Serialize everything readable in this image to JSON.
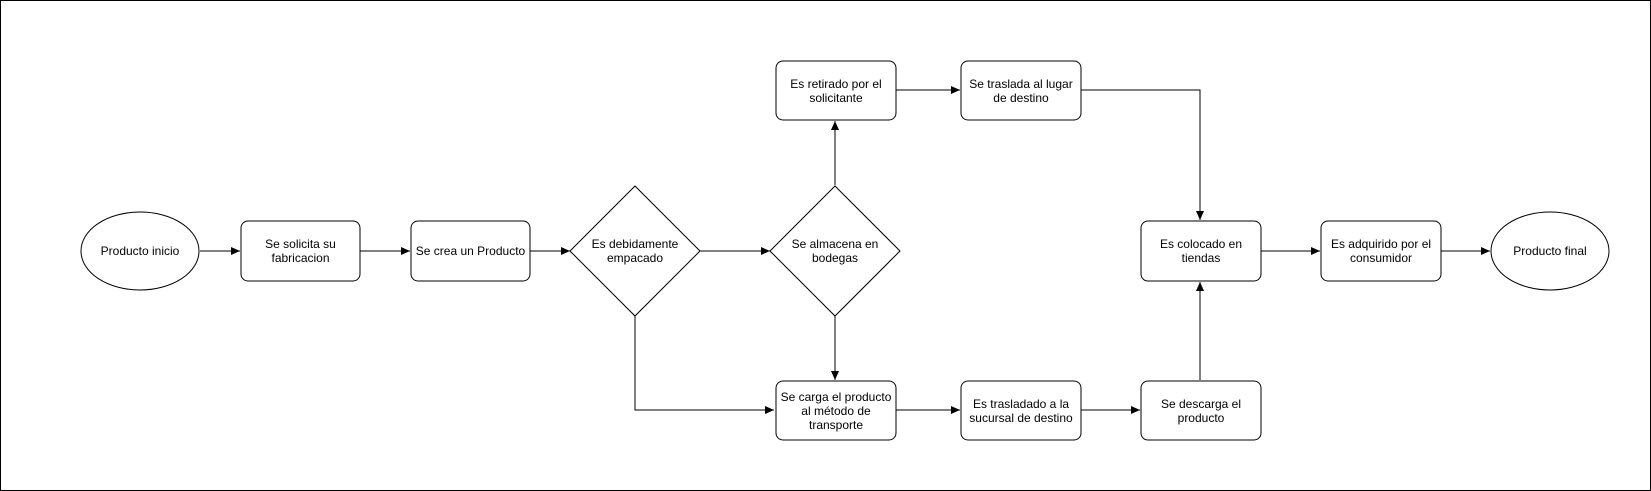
{
  "colors": {
    "stroke": "#000000",
    "fill": "#ffffff",
    "background": "#ffffff"
  },
  "diagram": {
    "nodes": {
      "producto_inicio": "Producto inicio",
      "se_solicita": "Se solicita su fabricacion",
      "se_crea": "Se crea un Producto",
      "es_debidamente": "Es debidamente empacado",
      "se_almacena": "Se almacena en bodegas",
      "es_retirado": "Es retirado por el solicitante",
      "se_traslada": "Se traslada al lugar de destino",
      "se_carga": "Se carga el producto al método de transporte",
      "es_trasladado": "Es trasladado a la sucursal de destino",
      "se_descarga": "Se descarga el producto",
      "es_colocado": "Es colocado en tiendas",
      "es_adquirido": "Es adquirido por el consumidor",
      "producto_final": "Producto final"
    },
    "edges": [
      [
        "producto_inicio",
        "se_solicita"
      ],
      [
        "se_solicita",
        "se_crea"
      ],
      [
        "se_crea",
        "es_debidamente"
      ],
      [
        "es_debidamente",
        "se_almacena"
      ],
      [
        "es_debidamente",
        "se_carga"
      ],
      [
        "se_almacena",
        "es_retirado"
      ],
      [
        "se_almacena",
        "se_carga"
      ],
      [
        "es_retirado",
        "se_traslada"
      ],
      [
        "se_traslada",
        "es_colocado"
      ],
      [
        "se_carga",
        "es_trasladado"
      ],
      [
        "es_trasladado",
        "se_descarga"
      ],
      [
        "se_descarga",
        "es_colocado"
      ],
      [
        "es_colocado",
        "es_adquirido"
      ],
      [
        "es_adquirido",
        "producto_final"
      ]
    ]
  }
}
